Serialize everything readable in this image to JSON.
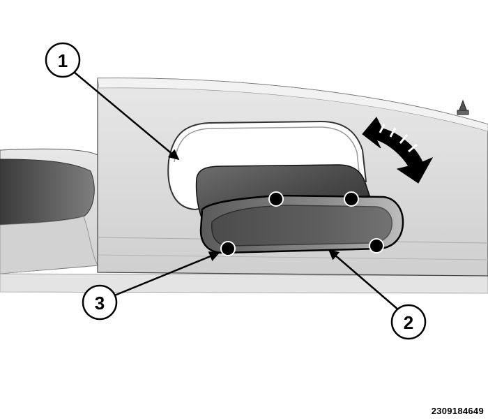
{
  "callouts": [
    {
      "id": "callout-1",
      "label": "1"
    },
    {
      "id": "callout-2",
      "label": "2"
    },
    {
      "id": "callout-3",
      "label": "3"
    }
  ],
  "figure_id": "2309184649",
  "colors": {
    "panel": "#d9d9d9",
    "panel_light": "#e6e6e6",
    "panel_dark": "#7a7a7a",
    "duct": "#4a4a4a",
    "duct_light": "#6a6a6a",
    "outline": "#000000"
  }
}
